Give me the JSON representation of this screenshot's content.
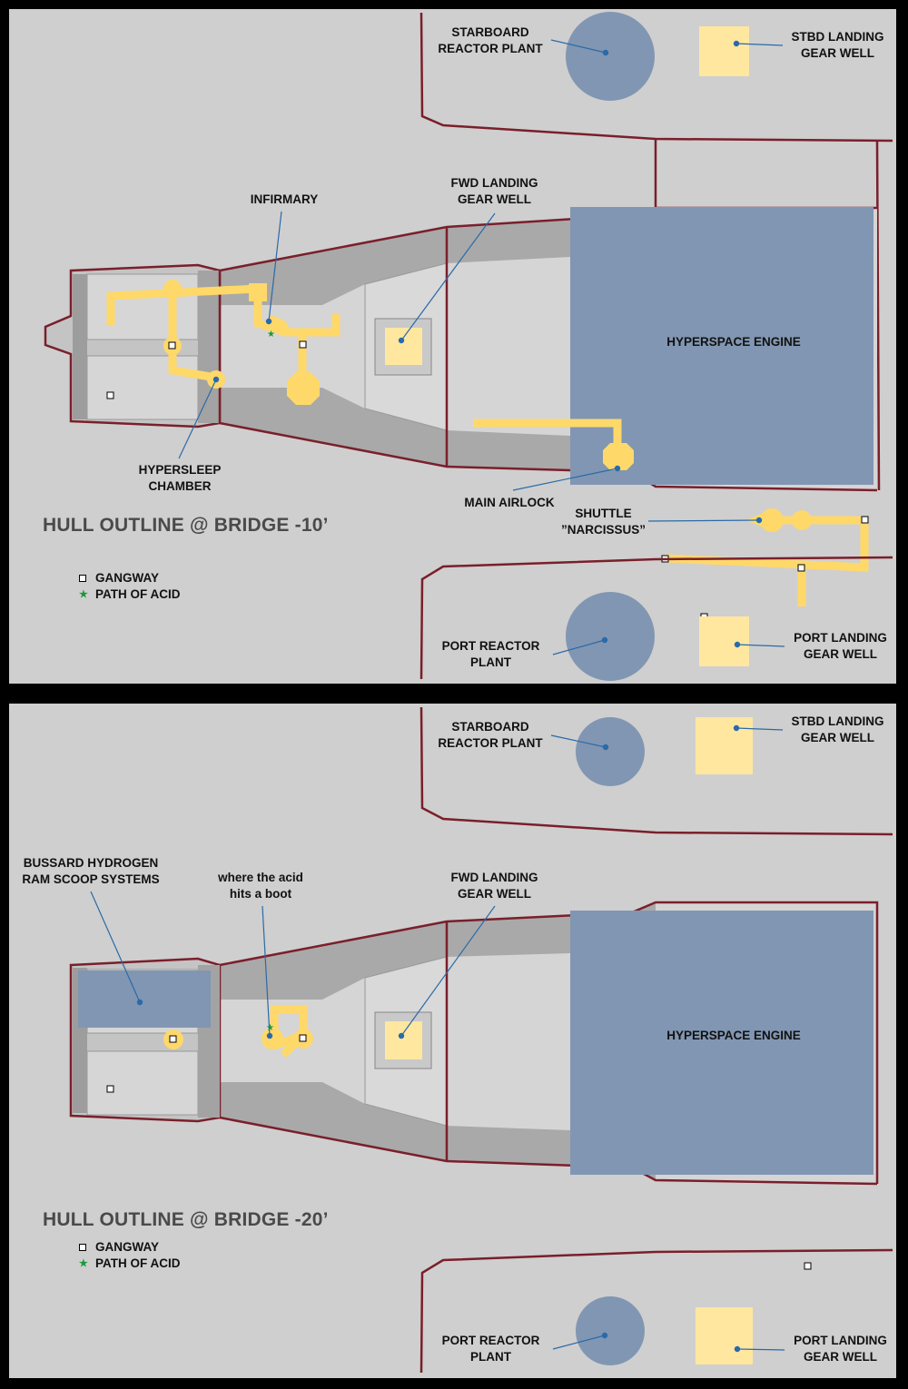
{
  "colors": {
    "background": "#cfcfcf",
    "hull_outline": "#7a1f2b",
    "corridor": "#ffd86a",
    "gear_well": "#ffe7a0",
    "engine": "#8196b2",
    "path_of_acid": "#1a9a3a"
  },
  "icons": {
    "gangway": "white-square-icon",
    "path_of_acid": "green-star-icon"
  },
  "legend": {
    "gangway": "GANGWAY",
    "path_of_acid": "PATH OF ACID"
  },
  "top": {
    "title": "HULL OUTLINE @ BRIDGE -10’",
    "labels": {
      "starboard_reactor": "STARBOARD\nREACTOR PLANT",
      "stbd_gear": "STBD LANDING\nGEAR WELL",
      "infirmary": "INFIRMARY",
      "fwd_gear": "FWD LANDING\nGEAR WELL",
      "hyperspace_engine": "HYPERSPACE ENGINE",
      "hypersleep": "HYPERSLEEP\nCHAMBER",
      "main_airlock": "MAIN AIRLOCK",
      "shuttle": "SHUTTLE\n”NARCISSUS”",
      "port_reactor": "PORT REACTOR\nPLANT",
      "port_gear": "PORT LANDING\nGEAR WELL"
    }
  },
  "bottom": {
    "title": "HULL OUTLINE @ BRIDGE -20’",
    "labels": {
      "starboard_reactor": "STARBOARD\nREACTOR PLANT",
      "stbd_gear": "STBD LANDING\nGEAR WELL",
      "bussard": "BUSSARD HYDROGEN\nRAM SCOOP SYSTEMS",
      "acid_boot": "where the acid\nhits a boot",
      "fwd_gear": "FWD LANDING\nGEAR WELL",
      "hyperspace_engine": "HYPERSPACE ENGINE",
      "port_reactor": "PORT REACTOR\nPLANT",
      "port_gear": "PORT LANDING\nGEAR WELL"
    }
  }
}
